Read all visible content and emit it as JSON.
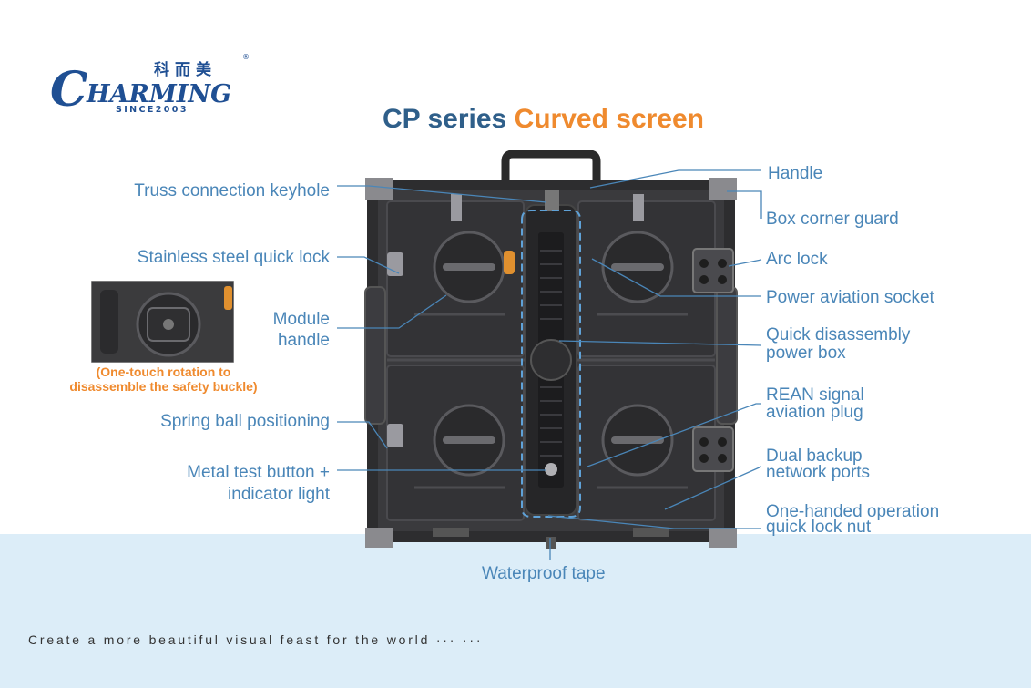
{
  "logo": {
    "initial": "C",
    "rest": "HARMING",
    "chinese": "科而美",
    "reg": "®",
    "since": "SINCE2003"
  },
  "title": {
    "part1": "CP series",
    "part2": "Curved screen"
  },
  "labels": {
    "truss": "Truss connection keyhole",
    "quick_lock": "Stainless steel quick lock",
    "module_handle_1": "Module",
    "module_handle_2": "handle",
    "spring_ball": "Spring ball positioning",
    "metal_test_1": "Metal test button +",
    "metal_test_2": "indicator light",
    "handle": "Handle",
    "corner_guard": "Box corner guard",
    "arc_lock": "Arc lock",
    "power_socket": "Power aviation socket",
    "power_box_1": "Quick disassembly",
    "power_box_2": "power box",
    "rean_1": "REAN signal",
    "rean_2": "aviation plug",
    "network_1": "Dual backup",
    "network_2": "network ports",
    "onehand_1": "One-handed operation",
    "onehand_2": "quick lock nut",
    "waterproof": "Waterproof tape"
  },
  "note": {
    "line1": "(One-touch rotation to",
    "line2": "disassemble the safety buckle)"
  },
  "slogan": "Create a more beautiful visual feast for the world ···  ···",
  "colors": {
    "label": "#4a86b8",
    "title_dark": "#2f5f8a",
    "title_accent": "#ef8a2e",
    "brand": "#1f4f93",
    "band": "#dcedf8"
  }
}
